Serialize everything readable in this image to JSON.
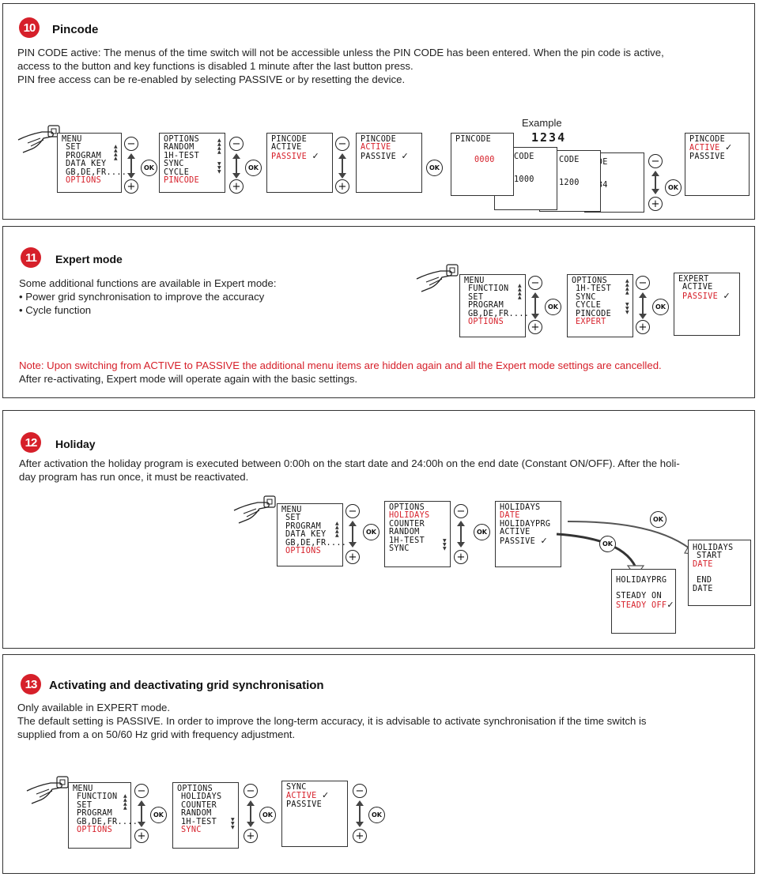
{
  "pincode": {
    "badge": "10",
    "title": "Pincode",
    "para1": "PIN CODE active: The menus of the time switch will not be accessible unless the PIN CODE has been entered. When the pin code is active,",
    "para2": "access to the button and key functions is disabled 1 minute after the last button press.",
    "para3": "PIN free access can be re-enabled by selecting PASSIVE or by resetting the device.",
    "example_label": "Example",
    "screen_menu": [
      "MENU",
      "SET",
      "PROGRAM",
      "DATA KEY",
      "GB,DE,FR....",
      "OPTIONS"
    ],
    "screen_options": [
      "OPTIONS",
      "RANDOM",
      "1h-TEST",
      "SYNC",
      "CYCLE",
      "PINCODE"
    ],
    "screen_pin1": [
      "PINCODE",
      "ACTIVE",
      "PASSIVE"
    ],
    "screen_pin2": [
      "PINCODE",
      "ACTIVE",
      "PASSIVE"
    ],
    "screen_pin_entry_title": "PINCODE",
    "screen_pin_entry_value": "0000",
    "example_code": "1234",
    "code_label": "CODE",
    "code_values": [
      "1000",
      "1200",
      "1234"
    ],
    "screen_pin_final": [
      "PINCODE",
      "ACTIVE",
      "PASSIVE"
    ]
  },
  "expert": {
    "badge": "11",
    "title": "Expert mode",
    "intro": "Some additional functions are available in Expert mode:",
    "bullets": [
      "Power grid synchronisation to improve the accuracy",
      "Cycle function"
    ],
    "note1": "Note: Upon switching from ACTIVE to PASSIVE the additional menu items are hidden again and all the Expert mode settings are cancelled.",
    "note2": "After re-activating, Expert mode will operate again with the basic settings.",
    "screen_menu": [
      "MENU",
      "FUNCTION",
      "SET",
      "PROGRAM",
      "GB,DE,FR....",
      "OPTIONS"
    ],
    "screen_options": [
      "OPTIONS",
      "1h-TEST",
      "SYNC",
      "CYCLE",
      "PINCODE",
      "EXPERT"
    ],
    "screen_expert": [
      "EXPERT",
      "ACTIVE",
      "PASSIVE"
    ]
  },
  "holiday": {
    "badge": "12",
    "title": "Holiday",
    "para1": "After activation the holiday program is executed between 0:00h on the start date and 24:00h on the end date (Constant ON/OFF). After the holi-",
    "para2": "day program has run once, it must be reactivated.",
    "screen_menu": [
      "MENU",
      "SET",
      "PROGRAM",
      "DATA KEY",
      "GB,DE,FR....",
      "OPTIONS"
    ],
    "screen_options": [
      "OPTIONS",
      "HOLIDAYS",
      "COUNTER",
      "RANDOM",
      "1h-TEST",
      "SYNC"
    ],
    "screen_holidays": [
      "HOLIDAYS",
      "DATE",
      "HOLIDAYPRG",
      "ACTIVE",
      "PASSIVE"
    ],
    "screen_holidayprg": [
      "HOLIDAYPRG",
      "STEADY ON",
      "STEADY OFF"
    ],
    "screen_dates": [
      "HOLIDAYS",
      "START",
      "DATE",
      "END",
      "DATE"
    ]
  },
  "sync": {
    "badge": "13",
    "title": "Activating and deactivating grid synchronisation",
    "para1": "Only available in EXPERT mode.",
    "para2": "The default setting is PASSIVE. In order to improve the long-term accuracy, it is advisable to activate synchronisation if the time switch is",
    "para3": "supplied from a on 50/60 Hz grid with frequency adjustment.",
    "screen_menu": [
      "MENU",
      "FUNCTION",
      "SET",
      "PROGRAM",
      "GB,DE,FR....",
      "OPTIONS"
    ],
    "screen_options": [
      "OPTIONS",
      "HOLIDAYS",
      "COUNTER",
      "RANDOM",
      "1h-TEST",
      "SYNC"
    ],
    "screen_sync": [
      "SYNC",
      "ACTIVE",
      "PASSIVE"
    ]
  },
  "keys": {
    "ok": "OK",
    "minus": "−",
    "plus": "+",
    "check": "✓"
  },
  "colors": {
    "accent": "#d6202a",
    "border": "#333333"
  }
}
